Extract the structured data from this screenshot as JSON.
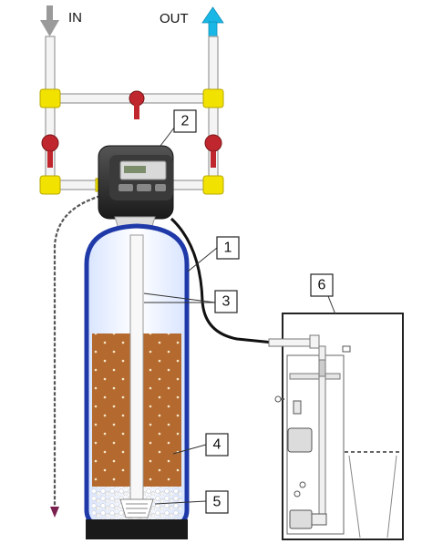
{
  "labels": {
    "in": "IN",
    "out": "OUT"
  },
  "callouts": [
    "1",
    "2",
    "3",
    "4",
    "5",
    "6"
  ],
  "colors": {
    "pipe": "#f4f4f4",
    "pipe_edge": "#9a9a9a",
    "fitting": "#f2e200",
    "valve": "#c0262d",
    "tank_shell": "#1f3aa8",
    "media": "#b46a2f",
    "media_dot": "#f6e7c8",
    "head": "#2a2a2a",
    "out_arrow": "#19b7e6",
    "in_arrow": "#9a9a9a"
  },
  "icons": {
    "in_arrow": "arrow-down-icon",
    "out_arrow": "arrow-up-icon",
    "valve": "ball-valve-icon"
  }
}
